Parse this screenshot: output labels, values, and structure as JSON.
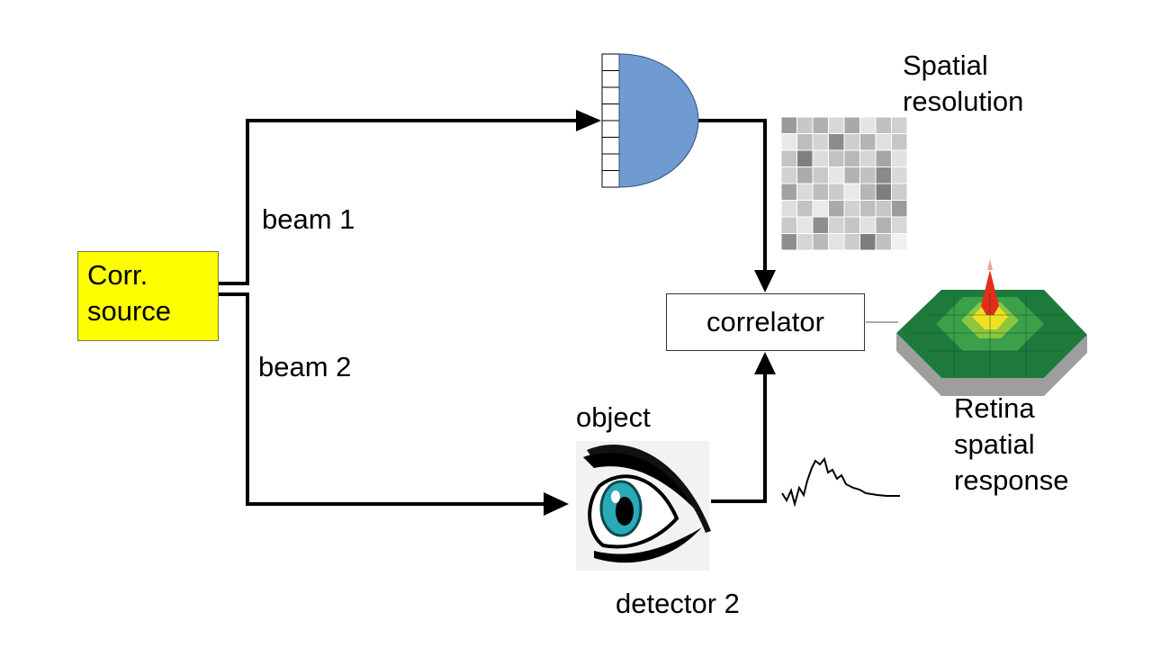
{
  "source": {
    "label_line1": "Corr.",
    "label_line2": "source"
  },
  "beams": {
    "beam1": "beam 1",
    "beam2": "beam 2"
  },
  "correlator": {
    "label": "correlator"
  },
  "spatial_resolution": {
    "line1": "Spatial",
    "line2": "resolution"
  },
  "object": {
    "label": "object"
  },
  "detector2": {
    "label": "detector 2"
  },
  "retina": {
    "line1": "Retina",
    "line2": "spatial",
    "line3": "response"
  },
  "colors": {
    "source_fill": "#ffff00",
    "detector_fill": "#6f9bd1"
  }
}
